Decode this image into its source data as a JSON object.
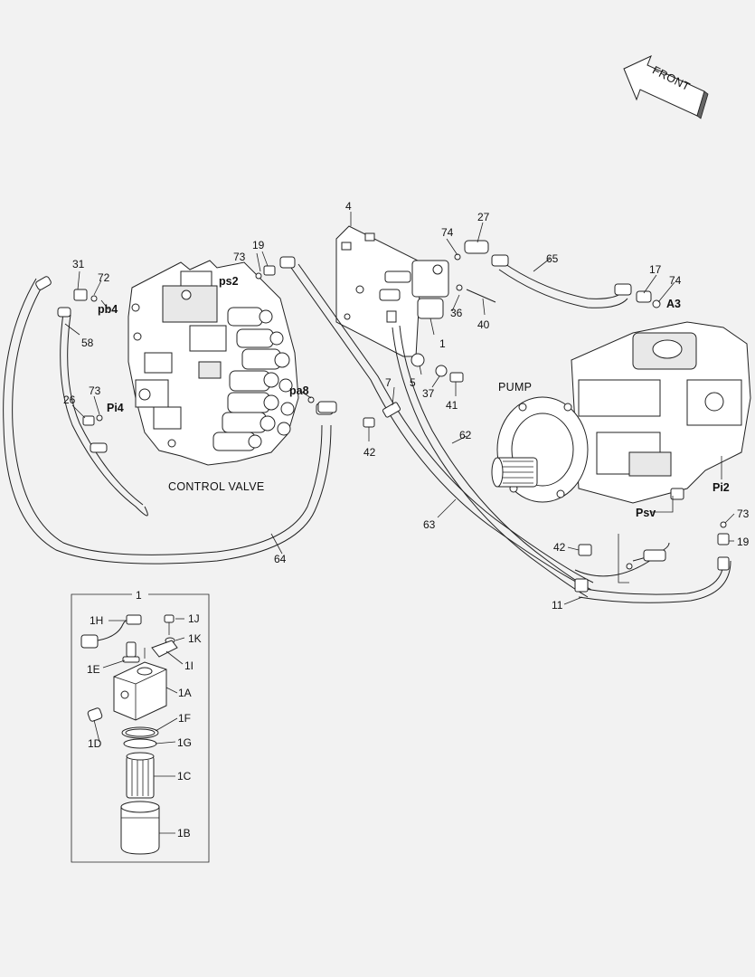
{
  "diagram": {
    "direction_label": "FRONT",
    "captions": {
      "control_valve": "CONTROL VALVE",
      "pump": "PUMP"
    },
    "port_labels": {
      "ps2": "ps2",
      "pb4": "pb4",
      "pa8": "pa8",
      "pi4": "Pi4",
      "a3": "A3",
      "psv": "Psv",
      "pi2": "Pi2"
    },
    "callouts": {
      "c1": "1",
      "c1b": "1",
      "c4": "4",
      "c5": "5",
      "c7": "7",
      "c11": "11",
      "c17": "17",
      "c19a": "19",
      "c19b": "19",
      "c26": "26",
      "c27": "27",
      "c31": "31",
      "c36": "36",
      "c37": "37",
      "c40": "40",
      "c41": "41",
      "c42a": "42",
      "c42b": "42",
      "c58": "58",
      "c62": "62",
      "c63": "63",
      "c64": "64",
      "c65": "65",
      "c72": "72",
      "c73a": "73",
      "c73b": "73",
      "c73c": "73",
      "c74a": "74",
      "c74b": "74"
    },
    "detail_callouts": {
      "d1H": "1H",
      "d1J": "1J",
      "d1K": "1K",
      "d1E": "1E",
      "d1I": "1I",
      "d1A": "1A",
      "d1F": "1F",
      "d1D": "1D",
      "d1G": "1G",
      "d1C": "1C",
      "d1B": "1B"
    }
  }
}
